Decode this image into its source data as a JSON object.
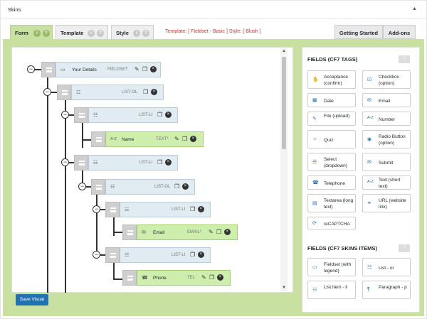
{
  "panel": {
    "title": "Skins",
    "collapse_icon": "▲"
  },
  "tabs": [
    {
      "label": "Form",
      "active": true
    },
    {
      "label": "Template",
      "active": false
    },
    {
      "label": "Style",
      "active": false
    }
  ],
  "help_glyphs": {
    "info": "i",
    "question": "?"
  },
  "template_status": "Template: [ Fieldset - Basic ]   Style: [ Blush ]",
  "right_tabs": {
    "getting_started": "Getting Started",
    "addons": "Add-ons"
  },
  "tree": {
    "toggle_glyph": "−",
    "fieldset": {
      "label": "Your Details",
      "type": "FIELDSET"
    },
    "list_ol_1": {
      "type": "LIST-OL"
    },
    "list_li_1": {
      "type": "LIST-LI"
    },
    "name_field": {
      "label": "Name",
      "type": "TEXT*"
    },
    "list_li_2": {
      "type": "LIST-LI"
    },
    "list_ol_2": {
      "type": "LIST-OL"
    },
    "list_li_3": {
      "type": "LIST-LI"
    },
    "email_field": {
      "label": "Email",
      "type": "EMAIL*"
    },
    "list_li_4": {
      "type": "LIST-LI"
    },
    "phone_field": {
      "label": "Phone",
      "type": "TEL"
    }
  },
  "actions": {
    "edit": "✎",
    "copy": "❐",
    "delete": "×"
  },
  "save_visual": "Save Visual",
  "sidebar": {
    "cf7_title": "FIELDS (CF7 TAGS)",
    "cf7_help": "?",
    "cf7_fields": [
      {
        "label": "Acceptance (confirm)",
        "icon": "acceptance-icon",
        "glyph": "✋"
      },
      {
        "label": "Checkbox (option)",
        "icon": "checkbox-icon",
        "glyph": "☑"
      },
      {
        "label": "Date",
        "icon": "calendar-icon",
        "glyph": "▦"
      },
      {
        "label": "Email",
        "icon": "envelope-icon",
        "glyph": "✉"
      },
      {
        "label": "File (upload)",
        "icon": "paperclip-icon",
        "glyph": "✎"
      },
      {
        "label": "Number",
        "icon": "az-icon",
        "glyph": "A-Z"
      },
      {
        "label": "Quiz",
        "icon": "lightbulb-icon",
        "glyph": "☼"
      },
      {
        "label": "Radio Button (option)",
        "icon": "radio-icon",
        "glyph": "◉"
      },
      {
        "label": "Select (dropdown)",
        "icon": "list-icon",
        "glyph": "☰"
      },
      {
        "label": "Submit",
        "icon": "submit-icon",
        "glyph": "✉"
      },
      {
        "label": "Telephone",
        "icon": "phone-icon",
        "glyph": "☎"
      },
      {
        "label": "Text (short text)",
        "icon": "az-icon",
        "glyph": "A-Z"
      },
      {
        "label": "Textarea (long text)",
        "icon": "textarea-icon",
        "glyph": "▤"
      },
      {
        "label": "URL (website link)",
        "icon": "link-icon",
        "glyph": "⚭"
      },
      {
        "label": "reCAPTCHA",
        "icon": "recaptcha-icon",
        "glyph": "⟳"
      }
    ],
    "skins_title": "FIELDS (CF7 SKINS ITEMS)",
    "skins_help": "?",
    "skins_fields": [
      {
        "label": "Fieldset (with legend)",
        "icon": "fieldset-icon",
        "glyph": "▭"
      },
      {
        "label": "List - ol",
        "icon": "ordered-list-icon",
        "glyph": "☷"
      },
      {
        "label": "List Item - li",
        "icon": "list-item-icon",
        "glyph": "☷"
      },
      {
        "label": "Paragraph - p",
        "icon": "paragraph-icon",
        "glyph": "¶"
      }
    ]
  },
  "scroll": {
    "up": "▲",
    "down": "▼"
  }
}
